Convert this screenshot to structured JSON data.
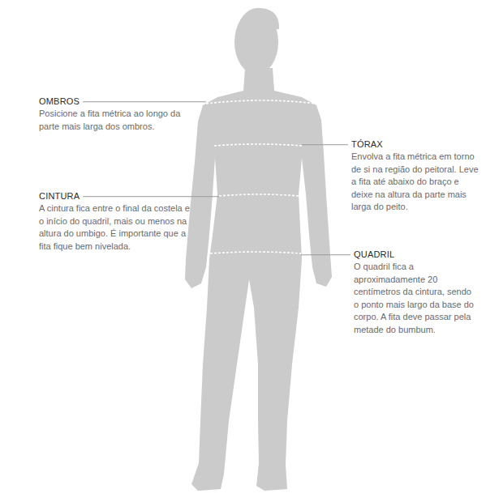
{
  "diagram": {
    "labels": [
      "OMBROS",
      "Posicione a fita métrica ao longo da parte mais larga dos ombros.",
      "TÓRAX",
      "Envolva a fita métrica em torno de si na região do peitoral. Leve a fita até abaixo do braço e deixe na altura da parte mais larga do peito.",
      "CINTURA",
      "A cintura fica entre o final da costela e o início do quadril, mais ou menos na altura do umbigo. É importante que a fita fique bem nivelada.",
      "QUADRIL",
      "O quadril fica a aproximadamente 20 centímetros da cintura, sendo o ponto mais largo da base do corpo. A fita deve passar pela metade do bumbum."
    ]
  }
}
